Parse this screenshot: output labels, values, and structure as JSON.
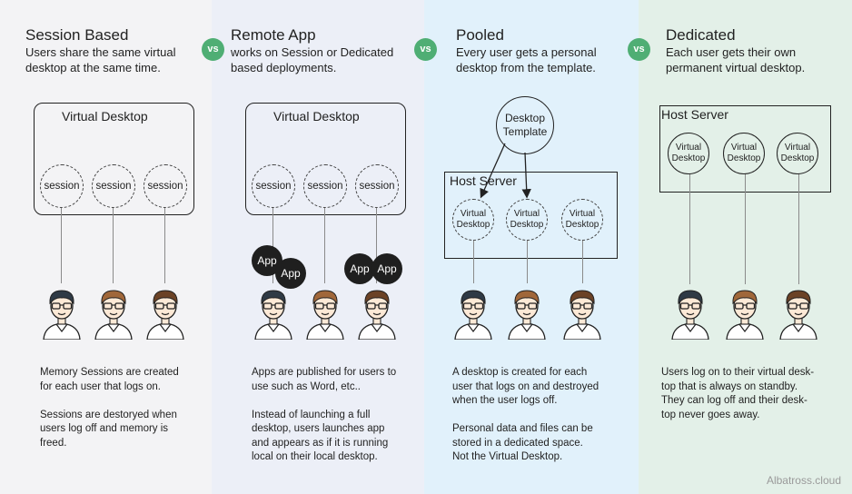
{
  "vs_label": "vs",
  "panels": [
    {
      "title": "Session Based",
      "subtitle": "Users share the same virtual\ndesktop at the same time.",
      "box_label": "Virtual Desktop",
      "circles": [
        "session",
        "session",
        "session"
      ],
      "apps": [],
      "note": "Memory Sessions are created\nfor each user that logs on.\n\nSessions are destoryed when\nusers log off and memory is\nfreed."
    },
    {
      "title": "Remote App",
      "subtitle": "works on Session or Dedicated\nbased deployments.",
      "box_label": "Virtual Desktop",
      "circles": [
        "session",
        "session",
        "session"
      ],
      "apps": [
        "App",
        "App",
        "App",
        "App"
      ],
      "note": "Apps are published for users to\nuse such as Word, etc..\n\nInstead of launching a full\ndesktop, users launches app\nand appears as if it is running\nlocal on their local desktop."
    },
    {
      "title": "Pooled",
      "subtitle": "Every user gets a personal\ndesktop from the template.",
      "template_label": "Desktop\nTemplate",
      "box_label": "Host Server",
      "circles": [
        "Virtual\nDesktop",
        "Virtual\nDesktop",
        "Virtual\nDesktop"
      ],
      "apps": [],
      "note": "A desktop is created for each\nuser that logs on  and destroyed\nwhen the user logs off.\n\nPersonal data and files can be\nstored in a dedicated space.\nNot the Virtual Desktop."
    },
    {
      "title": "Dedicated",
      "subtitle": "Each user gets their own\npermanent virtual desktop.",
      "box_label": "Host Server",
      "circles": [
        "Virtual\nDesktop",
        "Virtual\nDesktop",
        "Virtual\nDesktop"
      ],
      "apps": [],
      "note": "Users log on to their virtual desk-\ntop that is always on standby.\nThey can log off and their desk-\ntop never goes away."
    }
  ],
  "brand": "Albatross.cloud"
}
